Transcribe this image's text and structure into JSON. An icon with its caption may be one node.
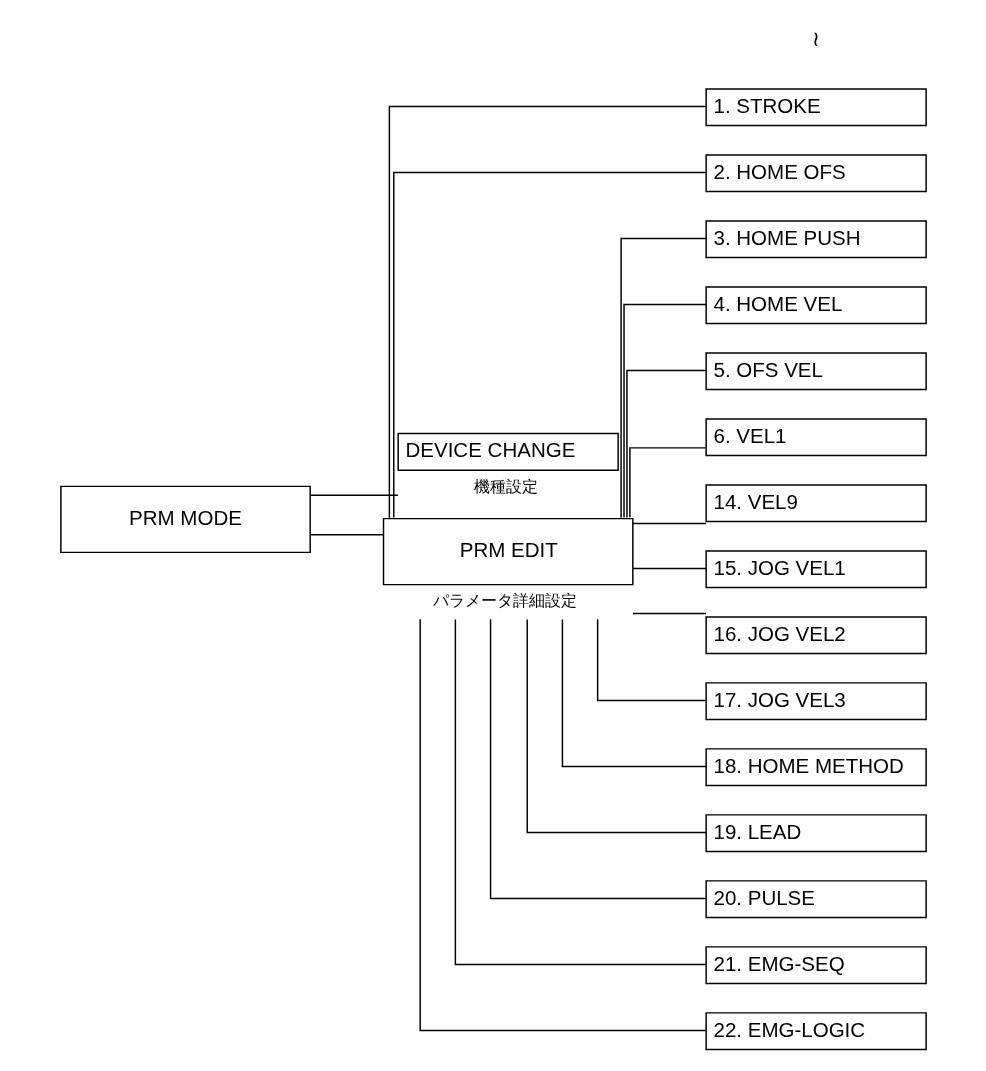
{
  "diagram": {
    "nodes": [
      {
        "text": [
          "PRM MODE"
        ]
      },
      {
        "text": [
          "DEVICE CHANGE"
        ],
        "beside": [
          "機種設定"
        ]
      },
      {
        "text": [
          "PRM EDIT"
        ],
        "beside": [
          "パラメータ詳細設定"
        ]
      },
      {
        "text": [
          "1. STROKE"
        ]
      },
      {
        "text": [
          "2. HOME OFS"
        ]
      },
      {
        "text": [
          "3. HOME PUSH"
        ]
      },
      {
        "text": [
          "4. HOME VEL"
        ]
      },
      {
        "text": [
          "5. OFS VEL"
        ]
      },
      {
        "text": [
          "6. VEL1"
        ]
      },
      {
        "text": [
          "14. VEL9"
        ]
      },
      {
        "text": [
          "15. JOG VEL1"
        ]
      },
      {
        "text": [
          "16. JOG VEL2"
        ]
      },
      {
        "text": [
          "17. JOG VEL3"
        ]
      },
      {
        "text": [
          "18. HOME METHOD"
        ]
      },
      {
        "text": [
          "19. LEAD"
        ]
      },
      {
        "text": [
          "20. PULSE"
        ]
      },
      {
        "text": [
          "21. EMG-SEQ"
        ]
      },
      {
        "text": [
          "22. EMG-LOGIC"
        ]
      }
    ],
    "edges": [
      {
        "from": 0,
        "to": 1,
        "arrow": "none"
      },
      {
        "from": 0,
        "to": 2,
        "arrow": "none"
      },
      {
        "from": 2,
        "to": 3,
        "arrow": "none"
      },
      {
        "from": 2,
        "to": 4,
        "arrow": "none"
      },
      {
        "from": 2,
        "to": 5,
        "arrow": "none"
      },
      {
        "from": 2,
        "to": 6,
        "arrow": "none"
      },
      {
        "from": 2,
        "to": 7,
        "arrow": "none"
      },
      {
        "from": 2,
        "to": 8,
        "arrow": "none"
      },
      {
        "from": 2,
        "to": 9,
        "arrow": "none"
      },
      {
        "from": 2,
        "to": 10,
        "arrow": "none"
      },
      {
        "from": 2,
        "to": 11,
        "arrow": "none"
      },
      {
        "from": 2,
        "to": 12,
        "arrow": "none"
      },
      {
        "from": 2,
        "to": 13,
        "arrow": "none"
      },
      {
        "from": 2,
        "to": 14,
        "arrow": "none"
      },
      {
        "from": 2,
        "to": 15,
        "arrow": "none"
      },
      {
        "from": 2,
        "to": 16,
        "arrow": "none"
      },
      {
        "from": 2,
        "to": 17,
        "arrow": "none"
      }
    ],
    "labels": [
      "≀"
    ]
  }
}
